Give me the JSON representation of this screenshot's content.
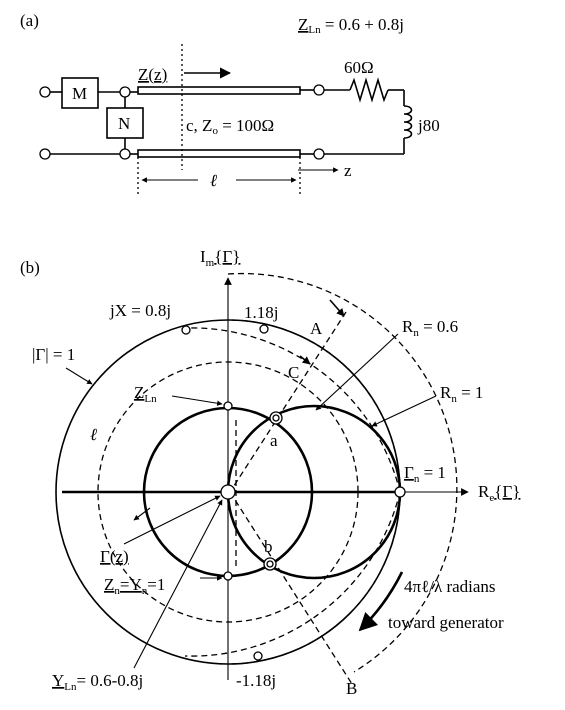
{
  "part_a": {
    "label": "(a)",
    "z_ln_label": "Z",
    "z_ln_sub": "Ln",
    "z_ln_value": " = 0.6 + 0.8j",
    "resistor_label": "60Ω",
    "inductor_label": "j80",
    "box_m": "M",
    "box_n": "N",
    "zz_label": "Z(z)",
    "line_label_prefix": "c,  Z",
    "line_label_sub": "o",
    "line_label_value": " = 100Ω",
    "length_label": "ℓ",
    "z_axis_label": "z"
  },
  "part_b": {
    "label": "(b)",
    "im_axis": "I",
    "im_axis_sub": "m",
    "im_axis_rest": "{Γ}",
    "re_axis": "R",
    "re_axis_sub": "e",
    "re_axis_rest": "{Γ}",
    "gamma_unit": "|Γ| = 1",
    "jx_label": "jX = 0.8j",
    "top_118": "1.18j",
    "bottom_118": "-1.18j",
    "point_a_upper": "A",
    "point_c": "C",
    "point_a_lower": "a",
    "point_b_lower": "b",
    "point_b_upper": "B",
    "rn06_prefix": "R",
    "rn06_sub": "n",
    "rn06_value": " = 0.6",
    "rn1_prefix": "R",
    "rn1_sub": "n",
    "rn1_value": " = 1",
    "gamma_n_prefix": "Γ",
    "gamma_n_sub": "n",
    "gamma_n_value": " = 1",
    "zln_prefix": "Z",
    "zln_sub": "Ln",
    "gamma_z": "Γ(z)",
    "zn_yn": "Z",
    "zn_sub": "n",
    "zn_mid": "=Y",
    "yn_sub": "n",
    "zn_end": "=1",
    "yln_prefix": "Y",
    "yln_sub": "Ln",
    "yln_value": "= 0.6-0.8j",
    "ell_label": "ℓ",
    "radians_line1": "4πℓ/λ radians",
    "radians_line2": "toward generator"
  }
}
